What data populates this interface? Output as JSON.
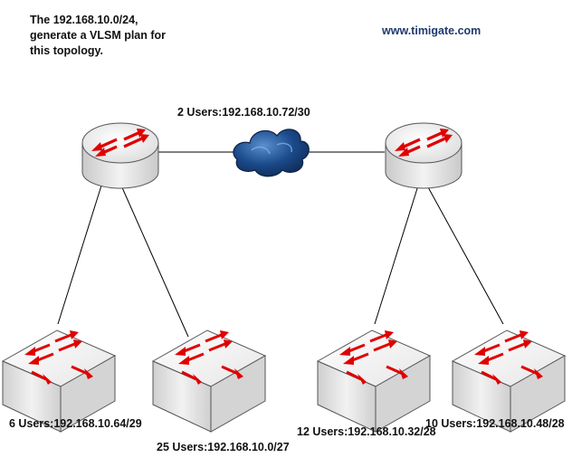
{
  "question": {
    "lines": [
      "The 192.168.10.0/24,",
      "generate a VLSM plan for",
      "this topology."
    ]
  },
  "website": "www.timigate.com",
  "colors": {
    "link": "#1f3a6e",
    "arrow": "#e00000",
    "cloud": "#1b4a8a",
    "device_border": "#555555"
  },
  "wan_link": {
    "label": "2 Users:192.168.10.72/30",
    "icon": "cloud-icon"
  },
  "routers": [
    {
      "name": "router-left",
      "icon": "router-icon"
    },
    {
      "name": "router-right",
      "icon": "router-icon"
    }
  ],
  "lans": [
    {
      "name": "lan-1",
      "icon": "switch-icon",
      "label": "6 Users:192.168.10.64/29"
    },
    {
      "name": "lan-2",
      "icon": "switch-icon",
      "label": "25 Users:192.168.10.0/27"
    },
    {
      "name": "lan-3",
      "icon": "switch-icon",
      "label": "12 Users:192.168.10.32/28"
    },
    {
      "name": "lan-4",
      "icon": "switch-icon",
      "label": "10 Users:192.168.10.48/28"
    }
  ]
}
